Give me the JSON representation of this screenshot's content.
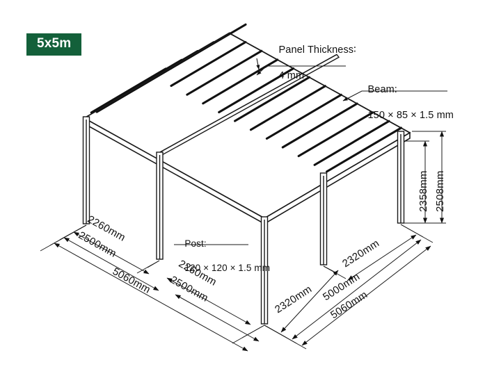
{
  "badge": {
    "label": "5x5m"
  },
  "annotations": {
    "panel": {
      "title": "Panel Thickness∶",
      "value": "4 mm"
    },
    "beam": {
      "title": "Beam:",
      "value": "150 × 85 × 1.5 mm"
    },
    "post": {
      "title": "Post:",
      "value": "120 × 120 × 1.5 mm"
    }
  },
  "dimensions": {
    "left": {
      "bay_inner": "2260mm",
      "bay_outer": "2500mm",
      "bay_inner2": "2260mm",
      "bay_outer2": "2500mm",
      "total": "5060mm"
    },
    "right": {
      "bay_inner": "2320mm",
      "bay_outer": "2320mm",
      "total_inner": "5000mm",
      "total_outer": "5060mm"
    },
    "height": {
      "clear": "2358mm",
      "overall": "2508mm"
    }
  },
  "colors": {
    "badge_bg": "#13603a",
    "badge_text": "#ffffff",
    "line": "#1a1a1a",
    "panel_fill": "#ffffff",
    "rib": "#111111"
  }
}
